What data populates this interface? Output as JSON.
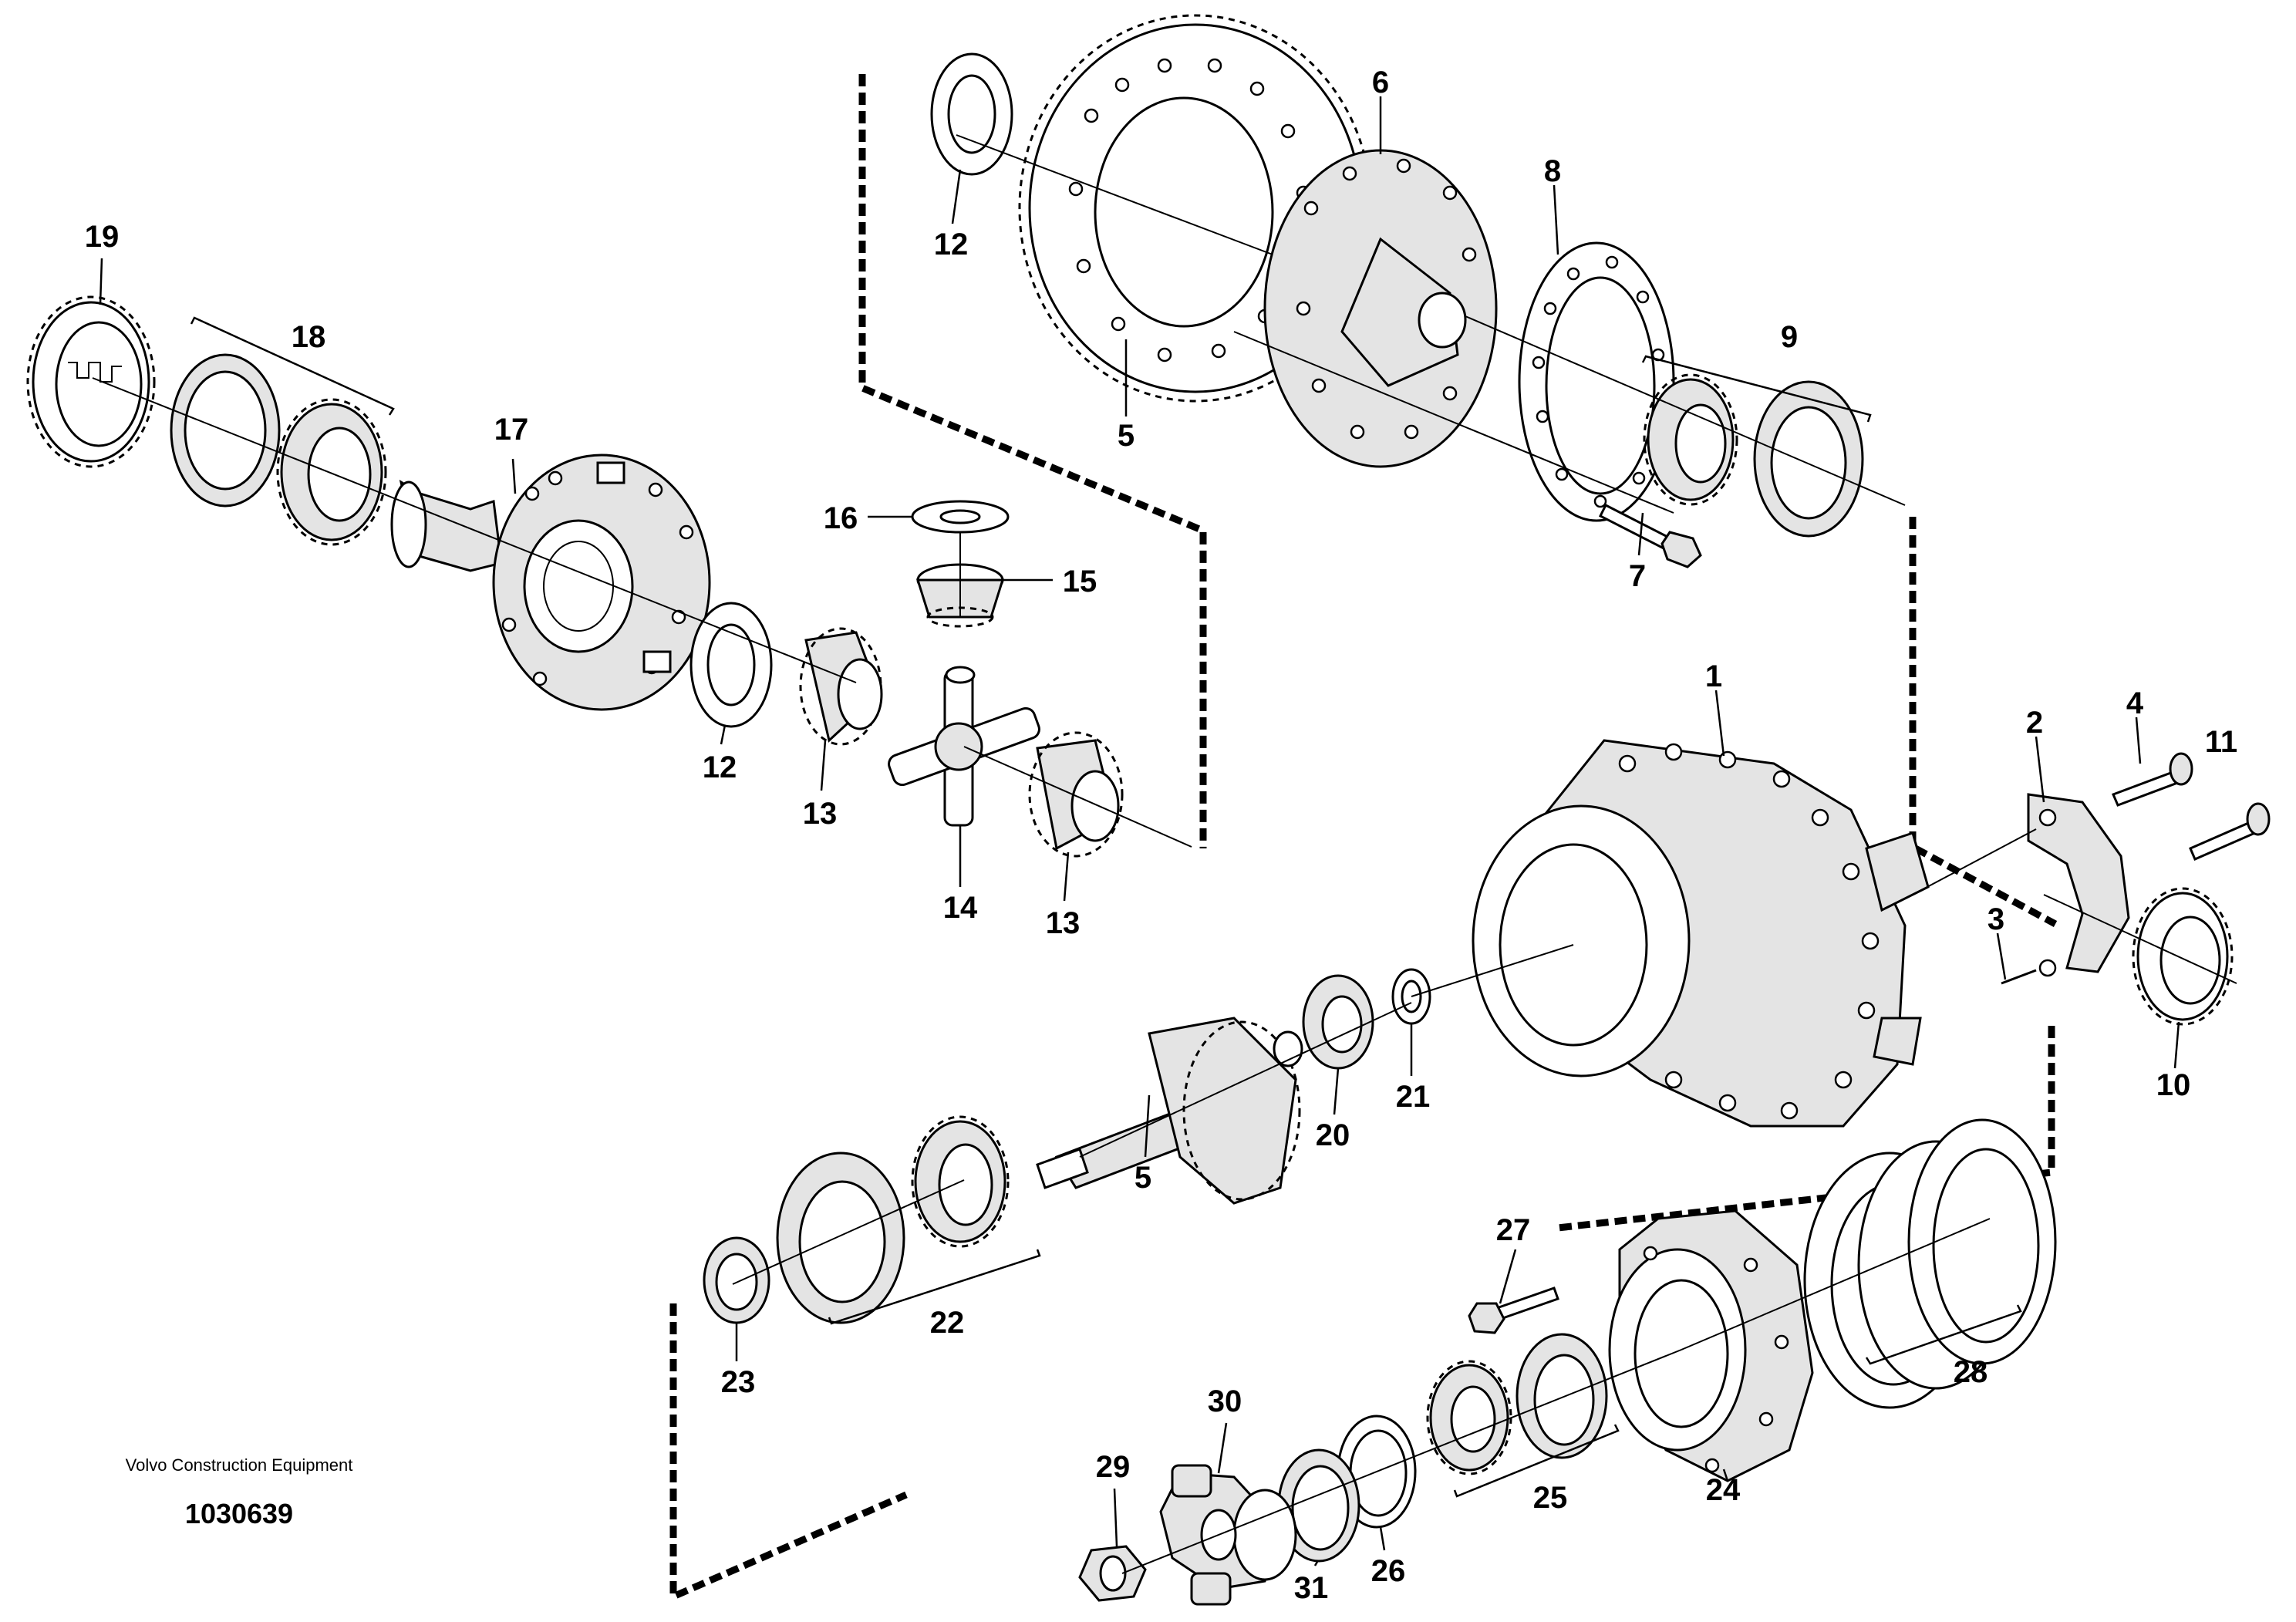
{
  "title_block": {
    "manufacturer": "Volvo Construction Equipment",
    "drawing_number": "1030639"
  },
  "callouts": {
    "c1": "1",
    "c2": "2",
    "c3": "3",
    "c4": "4",
    "c5a": "5",
    "c5b": "5",
    "c6": "6",
    "c7": "7",
    "c8": "8",
    "c9": "9",
    "c10": "10",
    "c11": "11",
    "c12a": "12",
    "c12b": "12",
    "c13a": "13",
    "c13b": "13",
    "c14": "14",
    "c15": "15",
    "c16": "16",
    "c17": "17",
    "c18": "18",
    "c19": "19",
    "c20": "20",
    "c21": "21",
    "c22": "22",
    "c23": "23",
    "c24": "24",
    "c25": "25",
    "c26": "26",
    "c27": "27",
    "c28": "28",
    "c29": "29",
    "c30": "30",
    "c31": "31"
  }
}
